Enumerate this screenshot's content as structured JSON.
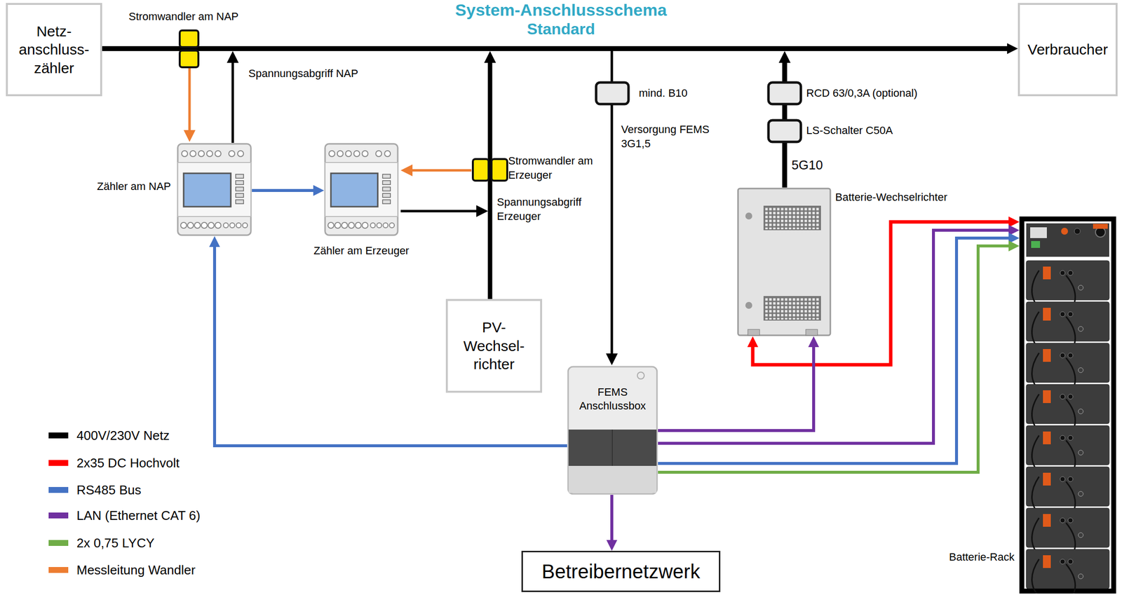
{
  "diagram": {
    "title": "System-Anschlussschema",
    "caption": "Standard",
    "nodes": [
      {
        "text": [
          "Netz- anschluss- zähler"
        ]
      },
      {
        "text": [
          "Verbraucher"
        ]
      },
      {
        "text": [
          "Zähler am NAP"
        ]
      },
      {
        "text": [
          "Zähler am Erzeuger"
        ]
      },
      {
        "text": [
          "Batterie-Wechselrichter"
        ]
      },
      {
        "text": [
          "Batterie-Rack"
        ]
      },
      {
        "text": [
          "PV- Wechsel- richter"
        ]
      },
      {
        "text": [
          "FEMS Anschlussbox"
        ]
      },
      {
        "text": [
          "Betreibernetzwerk"
        ]
      }
    ],
    "edges": [
      {
        "from": 0,
        "to": 1,
        "arrow": "to"
      },
      {
        "from": 2,
        "to": 3,
        "arrow": "to"
      },
      {
        "from": 4,
        "to": 5,
        "arrow": "both"
      },
      {
        "from": 7,
        "to": 4,
        "arrow": "to"
      },
      {
        "from": 7,
        "to": 5,
        "arrow": "to"
      },
      {
        "from": 7,
        "to": 5,
        "arrow": "to"
      },
      {
        "from": 7,
        "to": 5,
        "arrow": "to"
      },
      {
        "from": 7,
        "to": 2,
        "arrow": "to"
      },
      {
        "from": 7,
        "to": 8,
        "arrow": "to"
      }
    ],
    "labels": [
      "Stromwandler am NAP",
      "Spannungsabgriff NAP",
      "Stromwandler am Erzeuger",
      "Spannungsabgriff Erzeuger",
      "mind. B10",
      "Versorgung FEMS 3G1,5",
      "RCD 63/0,3A (optional)",
      "LS-Schalter C50A",
      "5G10"
    ],
    "legend": [
      {
        "text": "400V/230V Netz",
        "color": "#000000"
      },
      {
        "text": "2x35 DC Hochvolt",
        "color": "#ff0000"
      },
      {
        "text": "RS485 Bus",
        "color": "#4472c4"
      },
      {
        "text": "LAN (Ethernet CAT 6)",
        "color": "#7030a0"
      },
      {
        "text": "2x 0,75 LYCY",
        "color": "#70ad47"
      },
      {
        "text": "Messleitung Wandler",
        "color": "#ed7d31"
      }
    ]
  }
}
